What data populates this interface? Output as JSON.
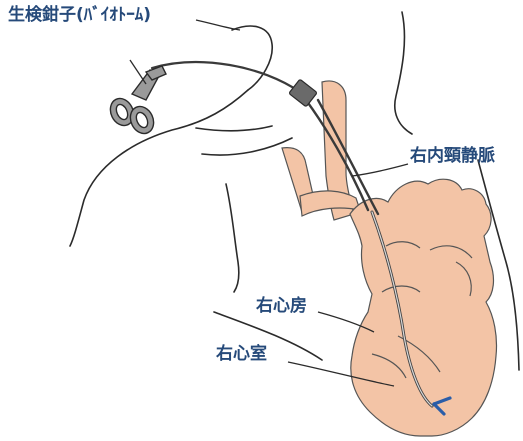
{
  "labels": {
    "forceps": "生検鉗子(ﾊﾞｲｵﾄｰﾑ)",
    "internal_jugular_vein": "右内頸静脈",
    "right_atrium": "右心房",
    "right_ventricle": "右心室"
  },
  "colors": {
    "label_text": "#264a7a",
    "heart_fill": "#f3c4a6",
    "outline": "#333333",
    "catheter_tip": "#2a5da8"
  }
}
